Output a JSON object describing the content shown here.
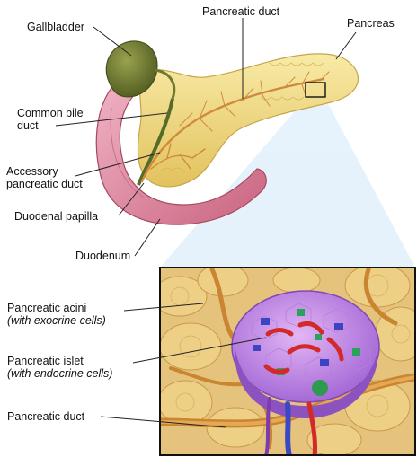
{
  "figure": {
    "labels": {
      "gallbladder": "Gallbladder",
      "pancreatic_duct_top": "Pancreatic duct",
      "pancreas": "Pancreas",
      "common_bile_duct_line1": "Common bile",
      "common_bile_duct_line2": "duct",
      "accessory_duct_line1": "Accessory",
      "accessory_duct_line2": "pancreatic duct",
      "duodenal_papilla": "Duodenal papilla",
      "duodenum": "Duodenum",
      "acini": "Pancreatic acini",
      "acini_sub": "(with exocrine cells)",
      "islet": "Pancreatic islet",
      "islet_sub": "(with endocrine cells)",
      "pancreatic_duct_bottom": "Pancreatic duct"
    },
    "colors": {
      "pancreas": "#f2dc86",
      "pancreas_edge": "#c9a84a",
      "duodenum": "#e79ab2",
      "duodenum_dark": "#b5536f",
      "gallbladder": "#6f7a33",
      "duct": "#c98a3e",
      "islet": "#c98fe6",
      "islet_edge": "#8e4fc0",
      "capillary": "#d22a2a",
      "inset_bg": "#e9c985",
      "inset_frame": "#111111"
    }
  }
}
